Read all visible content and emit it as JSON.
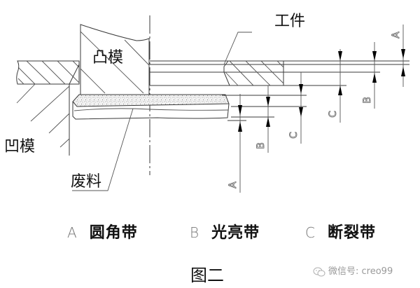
{
  "labels": {
    "punch": "凸模",
    "die": "凹模",
    "workpiece": "工件",
    "scrap": "废料"
  },
  "dimension_letters": {
    "right_a": "A",
    "right_b": "B",
    "right_c": "C",
    "left_a": "A",
    "left_b": "B",
    "left_c": "C"
  },
  "legend": [
    {
      "key": "A",
      "name": "圆角带"
    },
    {
      "key": "B",
      "name": "光亮带"
    },
    {
      "key": "C",
      "name": "断裂带"
    }
  ],
  "caption": "图二",
  "watermark": {
    "icon": "wechat-icon",
    "text": "微信号: creo99"
  }
}
